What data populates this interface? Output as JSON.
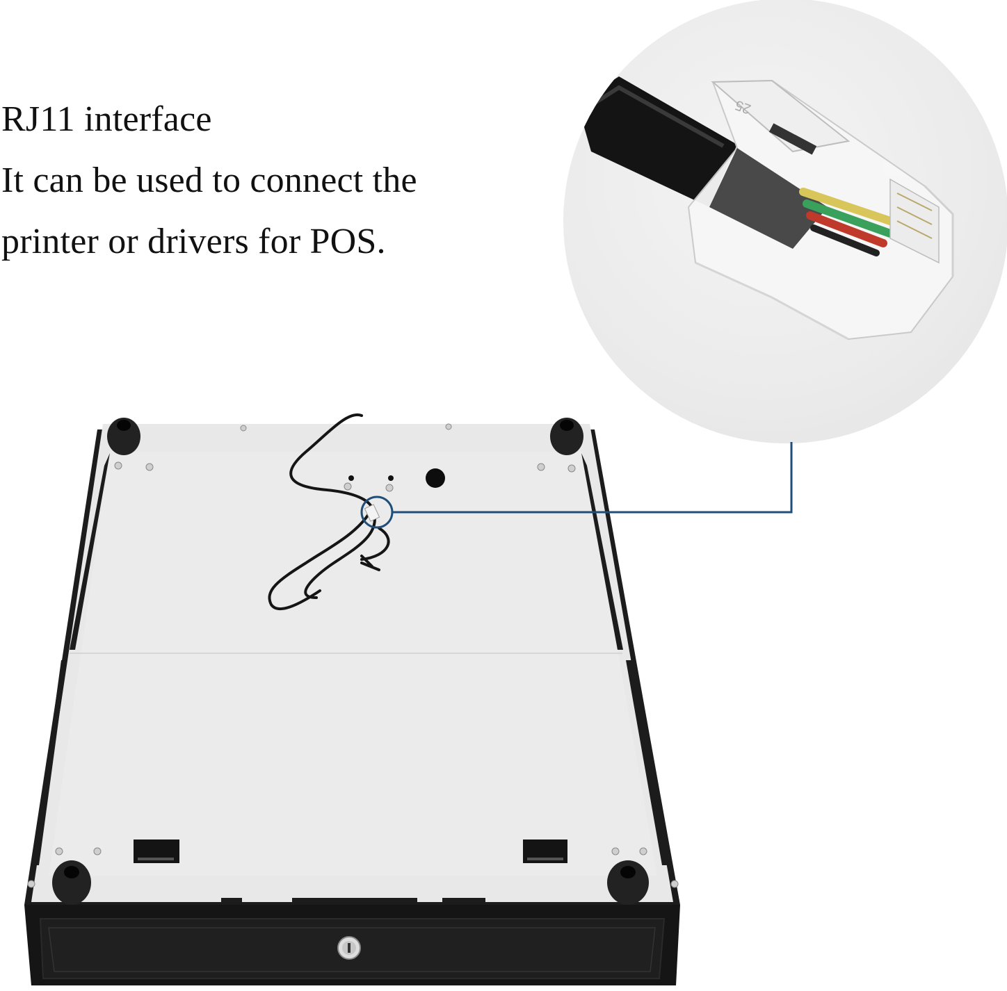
{
  "caption": {
    "title": "RJ11 interface",
    "line1": "It can be used to connect the",
    "line2": "printer or drivers for POS."
  },
  "detail_view": {
    "subject": "RJ11 connector plug close-up",
    "plug_marking": "25",
    "wire_colors": [
      "#d9c65a",
      "#3aa15c",
      "#c03a2b",
      "#222222"
    ]
  },
  "product": {
    "subject": "cash drawer, underside view",
    "plate_color": "#e8e8e8",
    "frame_color": "#1c1c1c"
  },
  "callout": {
    "color": "#1f4e79"
  }
}
